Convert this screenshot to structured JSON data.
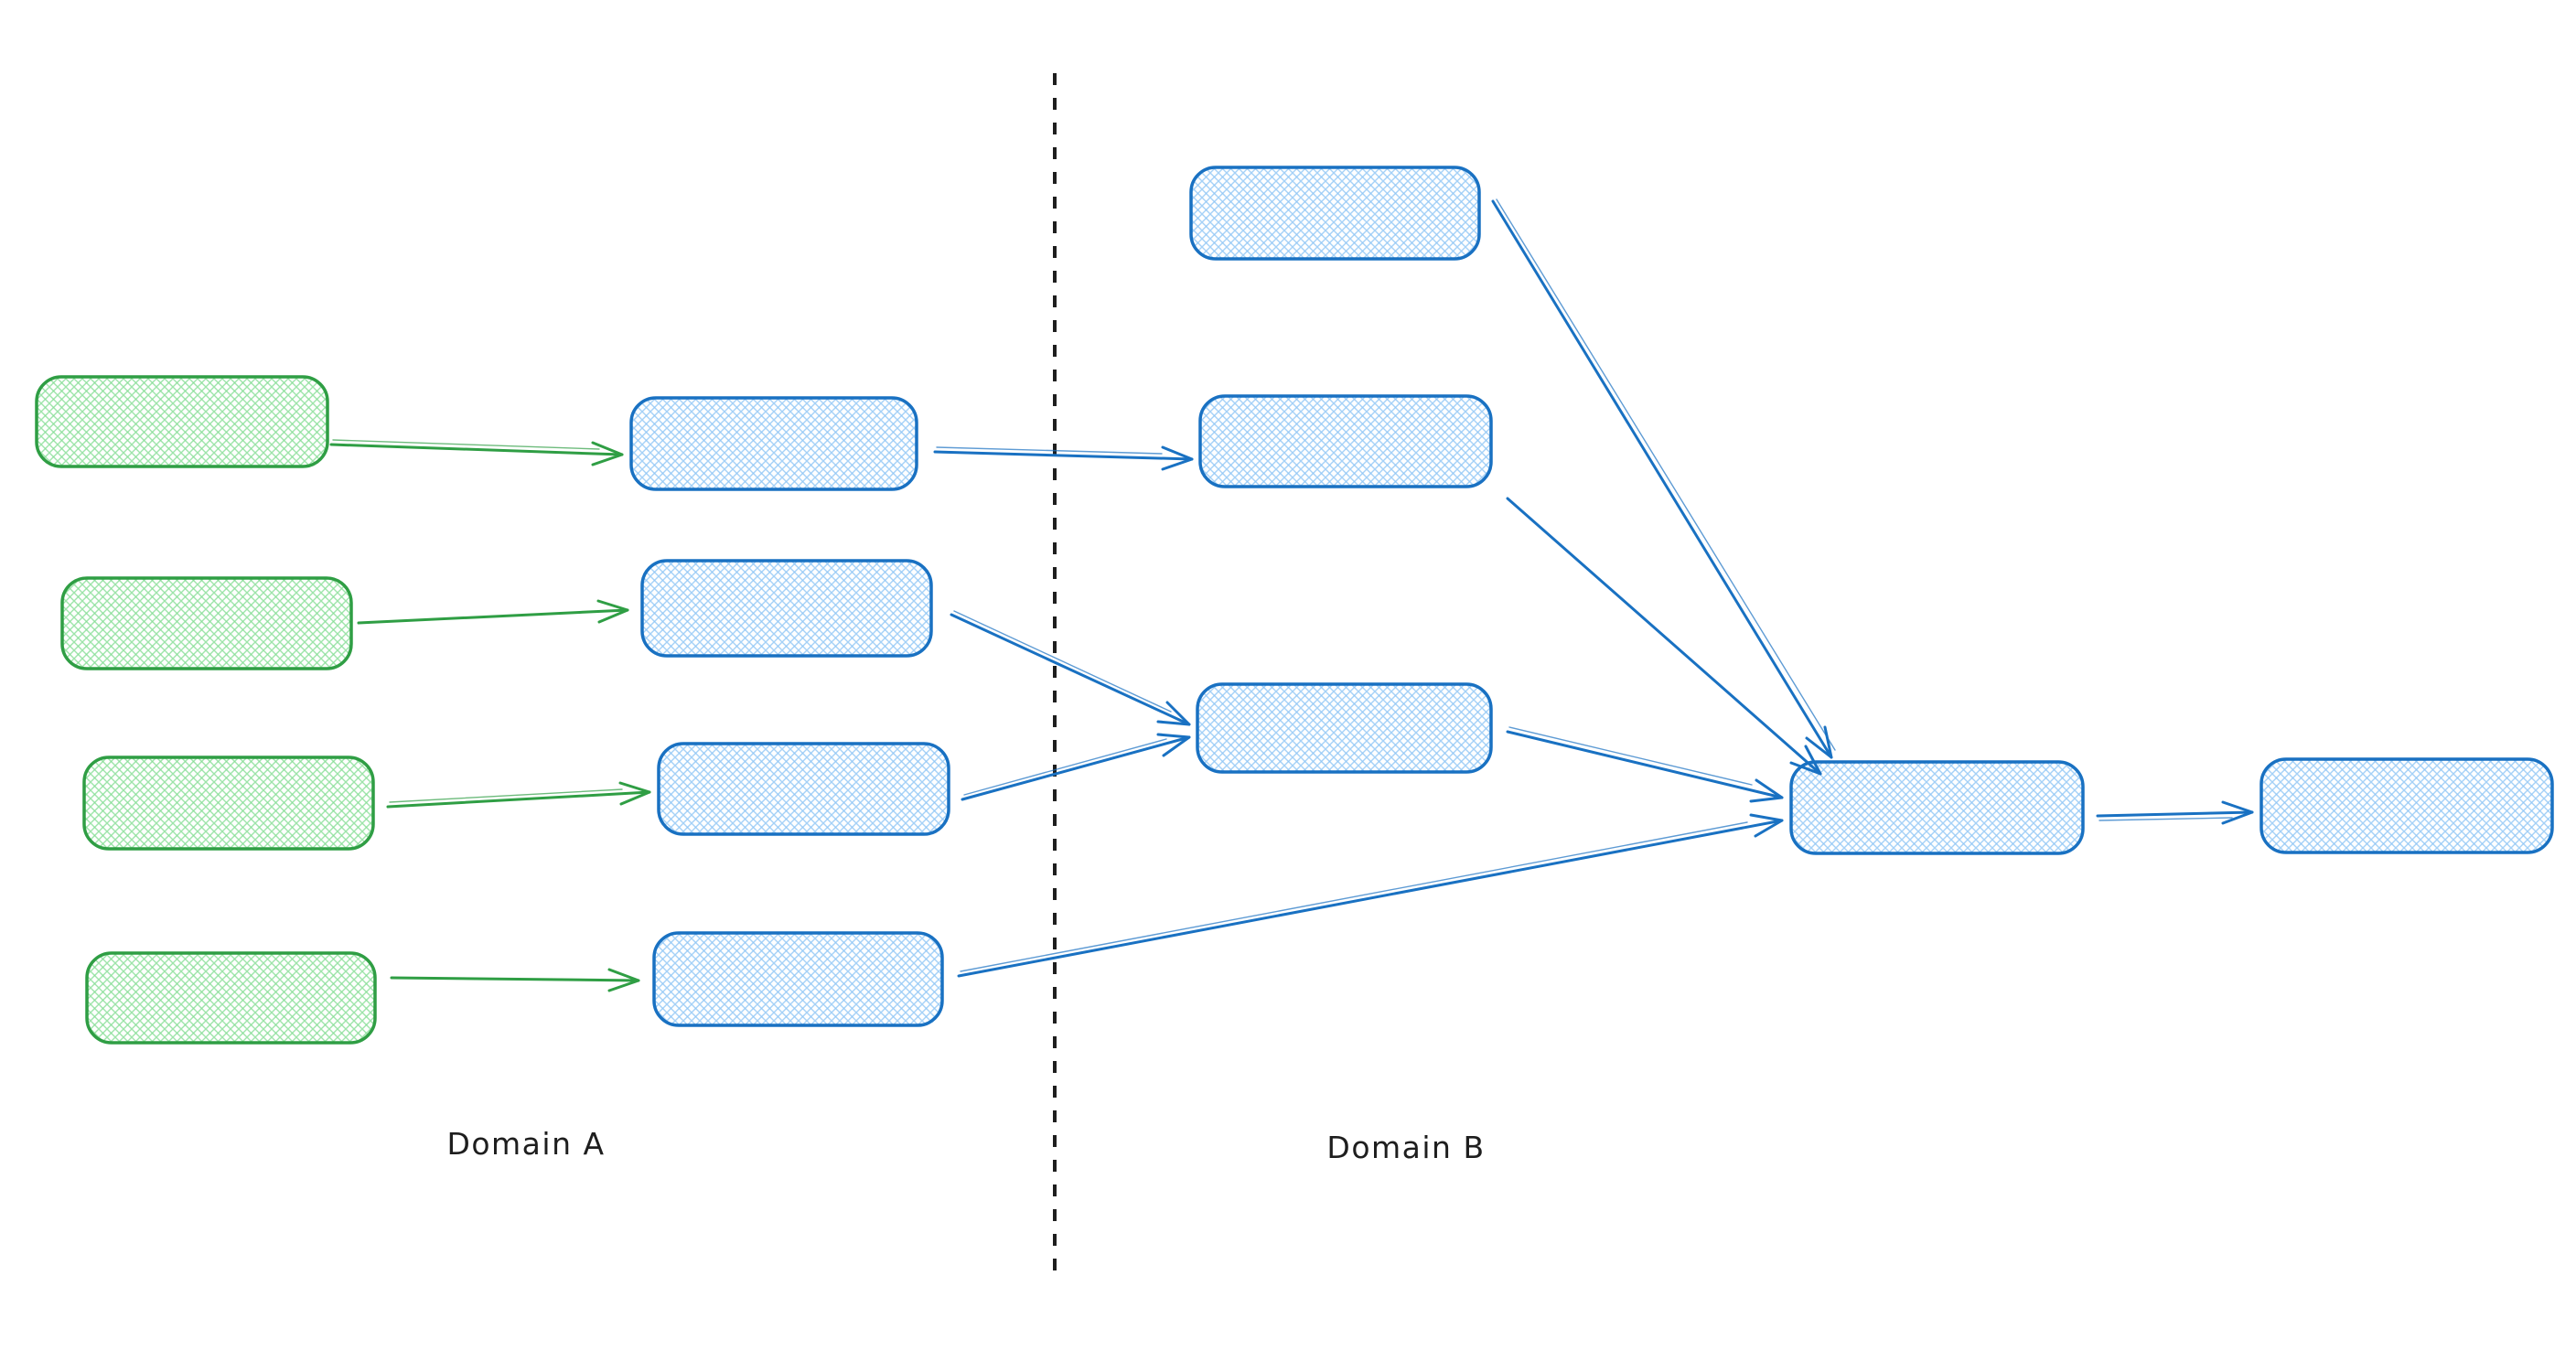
{
  "diagram": {
    "type": "flow-diagram",
    "style": "hand-drawn-sketch",
    "background": "#ffffff",
    "labels": {
      "domain_a": "Domain A",
      "domain_b": "Domain B"
    },
    "colors": {
      "green_stroke": "#2f9e44",
      "green_hatch": "#86dd95",
      "blue_stroke": "#1971c2",
      "blue_hatch": "#8ec6f5",
      "divider": "#1e1e1e",
      "label_text": "#1e1e1e"
    },
    "nodes": [
      {
        "id": "a1",
        "domain": "A",
        "color": "green",
        "text": ""
      },
      {
        "id": "a2",
        "domain": "A",
        "color": "green",
        "text": ""
      },
      {
        "id": "a3",
        "domain": "A",
        "color": "green",
        "text": ""
      },
      {
        "id": "a4",
        "domain": "A",
        "color": "green",
        "text": ""
      },
      {
        "id": "p1",
        "domain": "A",
        "color": "blue",
        "text": ""
      },
      {
        "id": "p2",
        "domain": "A",
        "color": "blue",
        "text": ""
      },
      {
        "id": "p3",
        "domain": "A",
        "color": "blue",
        "text": ""
      },
      {
        "id": "p4",
        "domain": "A",
        "color": "blue",
        "text": ""
      },
      {
        "id": "b1",
        "domain": "B",
        "color": "blue",
        "text": ""
      },
      {
        "id": "b2",
        "domain": "B",
        "color": "blue",
        "text": ""
      },
      {
        "id": "b3",
        "domain": "B",
        "color": "blue",
        "text": ""
      },
      {
        "id": "merge",
        "domain": "B",
        "color": "blue",
        "text": ""
      },
      {
        "id": "out",
        "domain": "B",
        "color": "blue",
        "text": ""
      }
    ],
    "edges": [
      {
        "from": "a1",
        "to": "p1",
        "color": "green"
      },
      {
        "from": "a2",
        "to": "p2",
        "color": "green"
      },
      {
        "from": "a3",
        "to": "p3",
        "color": "green"
      },
      {
        "from": "a4",
        "to": "p4",
        "color": "green"
      },
      {
        "from": "p1",
        "to": "b2",
        "color": "blue"
      },
      {
        "from": "p2",
        "to": "b3",
        "color": "blue"
      },
      {
        "from": "p3",
        "to": "b3",
        "color": "blue"
      },
      {
        "from": "p4",
        "to": "merge",
        "color": "blue"
      },
      {
        "from": "b1",
        "to": "merge",
        "color": "blue"
      },
      {
        "from": "b2",
        "to": "merge",
        "color": "blue"
      },
      {
        "from": "b3",
        "to": "merge",
        "color": "blue"
      },
      {
        "from": "merge",
        "to": "out",
        "color": "blue"
      }
    ],
    "divider": {
      "orientation": "vertical",
      "style": "dashed",
      "separates": [
        "Domain A",
        "Domain B"
      ]
    }
  }
}
